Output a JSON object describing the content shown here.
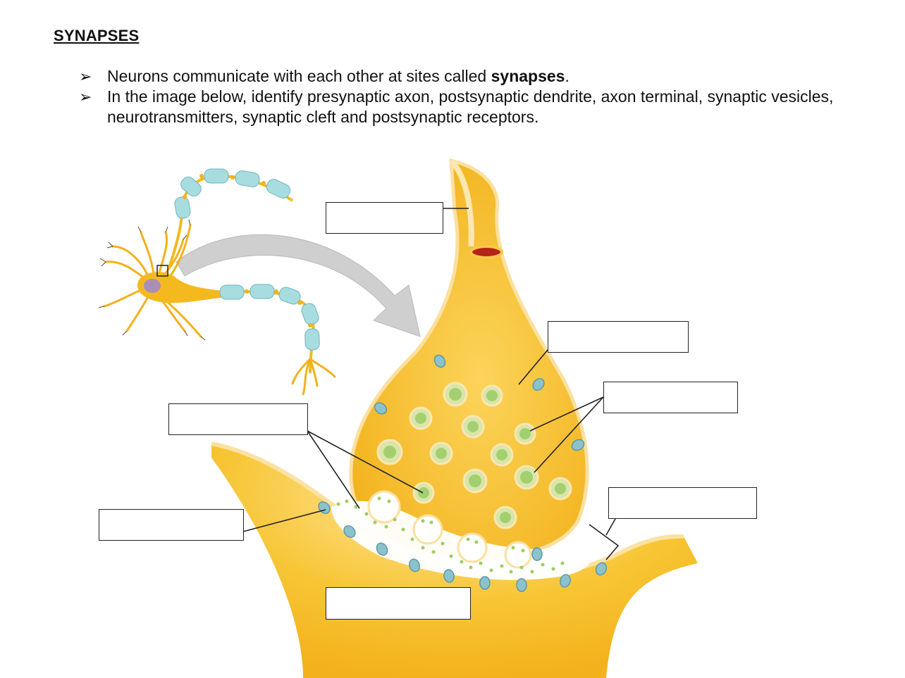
{
  "page": {
    "title": "SYNAPSES",
    "bullets": [
      {
        "text_before": "Neurons communicate with each other at sites called ",
        "bold": "synapses",
        "text_after": "."
      },
      {
        "text_before": "In the image below, identify presynaptic axon, postsynaptic dendrite, axon terminal, synaptic vesicles, neurotransmitters, synaptic cleft and postsynaptic receptors.",
        "bold": "",
        "text_after": ""
      }
    ]
  },
  "diagram": {
    "colors": {
      "cytoplasm": "#f6bd2a",
      "membrane": "#f9d98a",
      "myelin": "#a8dde0",
      "vesicle": "#cfe39a",
      "receptor": "#7fb8c4",
      "arrow": "#c9c9c9",
      "nucleus": "#a98fb8"
    },
    "answer_boxes": [
      {
        "id": "label-1"
      },
      {
        "id": "label-2"
      },
      {
        "id": "label-3"
      },
      {
        "id": "label-4"
      },
      {
        "id": "label-5"
      },
      {
        "id": "label-6"
      },
      {
        "id": "label-7"
      }
    ]
  }
}
